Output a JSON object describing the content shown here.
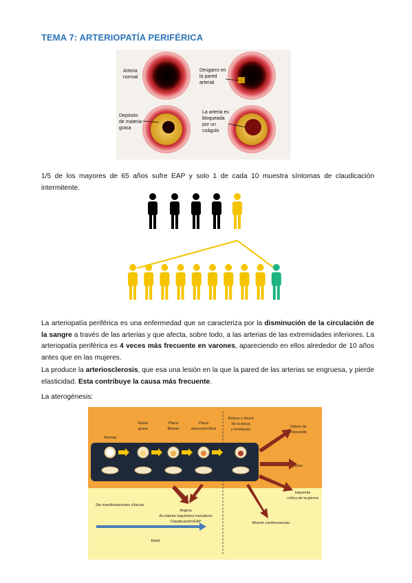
{
  "title": "TEMA 7: ARTERIOPATÍA PERIFÉRICA",
  "artery_figure": {
    "labels": {
      "normal": [
        "Arteria",
        "normal"
      ],
      "tear": [
        "Desgarro en",
        "la pared",
        "arterial"
      ],
      "fat": [
        "Depósito",
        "de materia",
        "grasa"
      ],
      "clot": [
        "La arteria es",
        "bloqueada",
        "por un",
        "coágulo"
      ]
    }
  },
  "stat_text": "1/5 de los mayores de 65 años sufre EAP y solo 1 de cada 10 muestra síntomas de claudicación intermitente.",
  "people_figure": {
    "top_colors": [
      "#000000",
      "#000000",
      "#000000",
      "#000000",
      "#f5c400"
    ],
    "bottom_colors": [
      "#f5c400",
      "#f5c400",
      "#f5c400",
      "#f5c400",
      "#f5c400",
      "#f5c400",
      "#f5c400",
      "#f5c400",
      "#f5c400",
      "#1db383"
    ]
  },
  "para1": {
    "a": "La arteriopatía periférica es una enfermedad que se caracteriza por la ",
    "b": "disminución de la circulación de la sangre",
    "c": " a través de las arterias y que afecta, sobre todo, a las arterias de las extremidades inferiores. La arteriopatía periférica es ",
    "d": "4 veces más frecuente en varones",
    "e": ", apareciendo en ellos alrededor de 10 años antes que en las mujeres."
  },
  "para2": {
    "a": "La produce la ",
    "b": "arteriosclerosis",
    "c": ", que esa una lesión en la que la pared de las arterias se engruesa, y pierde elasticidad. ",
    "d": "Esta contribuye la causa más frecuente",
    "e": "."
  },
  "para3": "La aterogénesis:",
  "atherogenesis": {
    "stages": [
      "Normal",
      [
        "Estría",
        "grasa"
      ],
      [
        "Placa",
        "fibrosa"
      ],
      [
        "Placa",
        "aterosclerótica"
      ],
      [
        "Rotura o fisura",
        "de la placa",
        "y trombosis"
      ]
    ],
    "outcomes": [
      [
        "Infarto de",
        "miocardio"
      ],
      [
        "Ictus"
      ],
      [
        "Isquemia",
        "crítica de la pierna"
      ],
      [
        "Muerte cardiovascular"
      ]
    ],
    "no_symptoms": "Sin manifestaciones clínicas",
    "clinical": [
      "Angina",
      "Accidente isquémico transitorio",
      "Claudicación/EAP"
    ],
    "axis": "Edad",
    "colors": {
      "upper": "#f2a33a",
      "lower": "#fbf3a8",
      "band": "#1e2a3a",
      "arrow": "#8a2a1a"
    }
  }
}
